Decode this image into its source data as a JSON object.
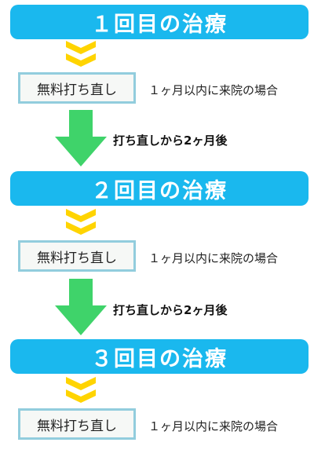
{
  "colors": {
    "banner": "#1ab8ee",
    "chevron": "#ffd400",
    "arrow": "#3fd36a",
    "box_border": "#92cddd"
  },
  "steps": [
    {
      "title": "１回目の治療",
      "retouch_label": "無料打ち直し",
      "condition": "１ヶ月以内に来院の場合"
    },
    {
      "title": "２回目の治療",
      "retouch_label": "無料打ち直し",
      "condition": "１ヶ月以内に来院の場合"
    },
    {
      "title": "３回目の治療",
      "retouch_label": "無料打ち直し",
      "condition": "１ヶ月以内に来院の場合"
    }
  ],
  "intervals": [
    {
      "label": "打ち直しから2ヶ月後"
    },
    {
      "label": "打ち直しから2ヶ月後"
    }
  ],
  "icons": [
    "double-chevron-down-icon",
    "down-arrow-icon"
  ]
}
